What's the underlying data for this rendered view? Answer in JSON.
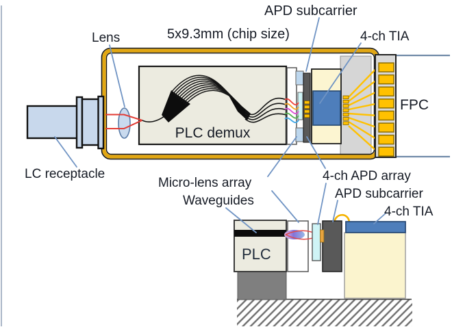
{
  "figure": {
    "top_view": {
      "lens_label": "Lens",
      "chip_size_label": "5x9.3mm (chip size)",
      "apd_subcarrier_label": "APD subcarrier",
      "tia_label": "4-ch TIA",
      "fpc_label": "FPC",
      "lc_receptacle_label": "LC receptacle",
      "plc_demux_label": "PLC demux"
    },
    "cross_section": {
      "micro_lens_array_label": "Micro-lens array",
      "waveguides_label": "Waveguides",
      "apd_array_label": "4-ch APD array",
      "apd_subcarrier_label": "APD subcarrier",
      "tia_label": "4-ch TIA",
      "plc_label": "PLC"
    },
    "colors": {
      "module_border_gold": "#E2A712",
      "pad_gold": "#FFC101",
      "receptacle_blue": "#C8D8EC",
      "tia_chip_blue": "#4E7EBB",
      "subcarrier_dark_gray": "#595959",
      "carrier_cream": "#FBF4CE",
      "plc_beige": "#ECEBE0",
      "fpc_gray": "#D9D9D9",
      "beam_red": "#E23B34",
      "pointer_line_blue": "#7094C4",
      "apd_array_cyan": "#CFF4F6",
      "micro_lens_square_blue": "#BDD7EE",
      "wavelength_channel_colors": [
        "#F03E36",
        "#F6A21F",
        "#DC4FD4",
        "#52AE4E",
        "#3FA7E6"
      ]
    }
  }
}
